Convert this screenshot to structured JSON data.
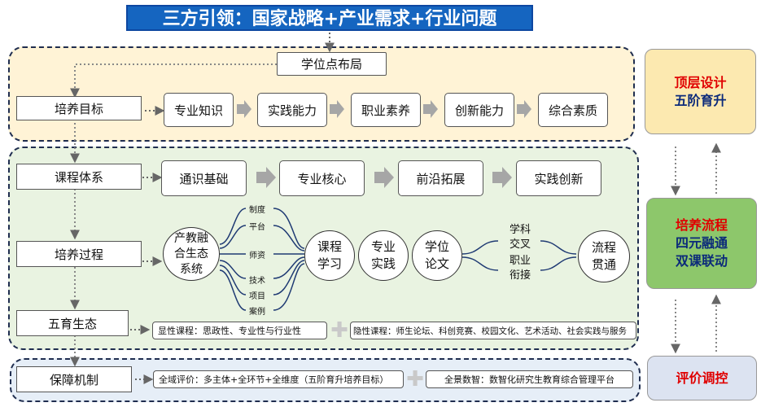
{
  "title": "三方引领：国家战略+产业需求+行业问题",
  "layout_anchor": "学位点布局",
  "rows": {
    "goal": "培养目标",
    "curriculum": "课程体系",
    "process": "培养过程",
    "ecology": "五育生态",
    "guarantee": "保障机制"
  },
  "goal_steps": [
    "专业知识",
    "实践能力",
    "职业素养",
    "创新能力",
    "综合素质"
  ],
  "curriculum_steps": [
    "通识基础",
    "专业核心",
    "前沿拓展",
    "实践创新"
  ],
  "process": {
    "eco_circle": "产教融合生态系统",
    "eco_items": [
      "制度",
      "平台",
      "师资",
      "技术",
      "项目",
      "案例"
    ],
    "circles": [
      "课程学习",
      "专业实践",
      "学位论文"
    ],
    "links": [
      "学科交叉",
      "职业衔接"
    ],
    "end_circle": "流程贯通"
  },
  "ecology": {
    "explicit": "显性课程：思政性、专业性与行业性",
    "implicit": "隐性课程：师生论坛、科创竞赛、校园文化、艺术活动、社会实践与服务"
  },
  "guarantee": {
    "eval": "全域评价：多主体+全环节+全维度（五阶育升培养目标）",
    "digital": "全景数智：数智化研究生教育综合管理平台"
  },
  "side": {
    "top_line1": "顶层设计",
    "top_line2": "五阶育升",
    "mid_line1": "培养流程",
    "mid_line2": "四元融通",
    "mid_line3": "双课联动",
    "bottom": "评价调控"
  },
  "colors": {
    "title_bg": "#1565C0",
    "accent_red": "#E00000",
    "navy": "#0B2A7A",
    "panel_yellow": "#FFF3D6",
    "panel_green": "#E9F3E1",
    "panel_blue": "#E6EEF7",
    "side_green": "#8DC76B"
  }
}
